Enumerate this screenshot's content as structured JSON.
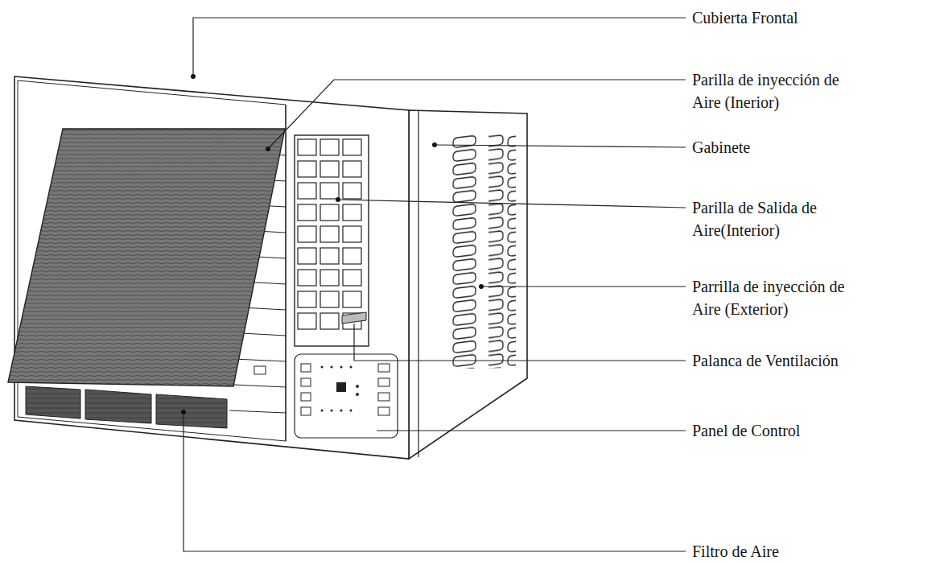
{
  "diagram": {
    "labels": [
      "Cubierta Frontal",
      "Parilla de inyección de Aire (Inerior)",
      "Gabinete",
      "Parilla de Salida de Aire(Interior)",
      "Parrilla de inyección de Aire (Exterior)",
      "Palanca de Ventilación",
      "Panel de Control",
      "Filtro de Aire"
    ]
  }
}
